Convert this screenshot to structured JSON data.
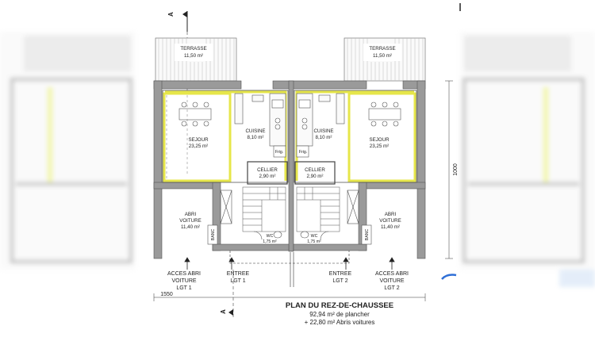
{
  "plan": {
    "title": "PLAN DU REZ-DE-CHAUSSEE",
    "area_floor": "92,94 m² de plancher",
    "area_shelters": "+ 22,80 m² Abris voitures",
    "section_marker": "A",
    "dimension_width": "1550",
    "dimension_height": "1000"
  },
  "rooms": {
    "terrasse_left": {
      "name": "TERRASSE",
      "area": "11,50 m²"
    },
    "terrasse_right": {
      "name": "TERRASSE",
      "area": "11,50 m²"
    },
    "sejour_left": {
      "name": "SEJOUR",
      "area": "23,25 m²"
    },
    "sejour_right": {
      "name": "SEJOUR",
      "area": "23,25 m²"
    },
    "cuisine_left": {
      "name": "CUISINE",
      "area": "8,10 m²"
    },
    "cuisine_right": {
      "name": "CUISINE",
      "area": "8,10 m²"
    },
    "cellier_left": {
      "name": "CELLIER",
      "area": "2,90 m²"
    },
    "cellier_right": {
      "name": "CELLIER",
      "area": "2,90 m²"
    },
    "wc_left": {
      "name": "WC",
      "area": "1,75 m²"
    },
    "wc_right": {
      "name": "WC",
      "area": "1,75 m²"
    },
    "abri_left": {
      "line1": "ABRI",
      "line2": "VOITURE",
      "area": "11,40 m²"
    },
    "abri_right": {
      "line1": "ABRI",
      "line2": "VOITURE",
      "area": "11,40 m²"
    },
    "frig_left": "Frig.",
    "frig_right": "Frig.",
    "banc_left": "BANC",
    "banc_right": "BANC"
  },
  "labels": {
    "acces_left": {
      "line1": "ACCES ABRI",
      "line2": "VOITURE",
      "line3": "LGT 1"
    },
    "acces_right": {
      "line1": "ACCES ABRI",
      "line2": "VOITURE",
      "line3": "LGT 2"
    },
    "entree_left": {
      "line1": "ENTREE",
      "line2": "LGT 1"
    },
    "entree_right": {
      "line1": "ENTREE",
      "line2": "LGT 2"
    }
  },
  "colors": {
    "wall": "#9a9a9a",
    "wall_dark": "#555555",
    "insulation": "#f3f36a",
    "line": "#333333",
    "arrow_blue": "#2f6fd6"
  }
}
